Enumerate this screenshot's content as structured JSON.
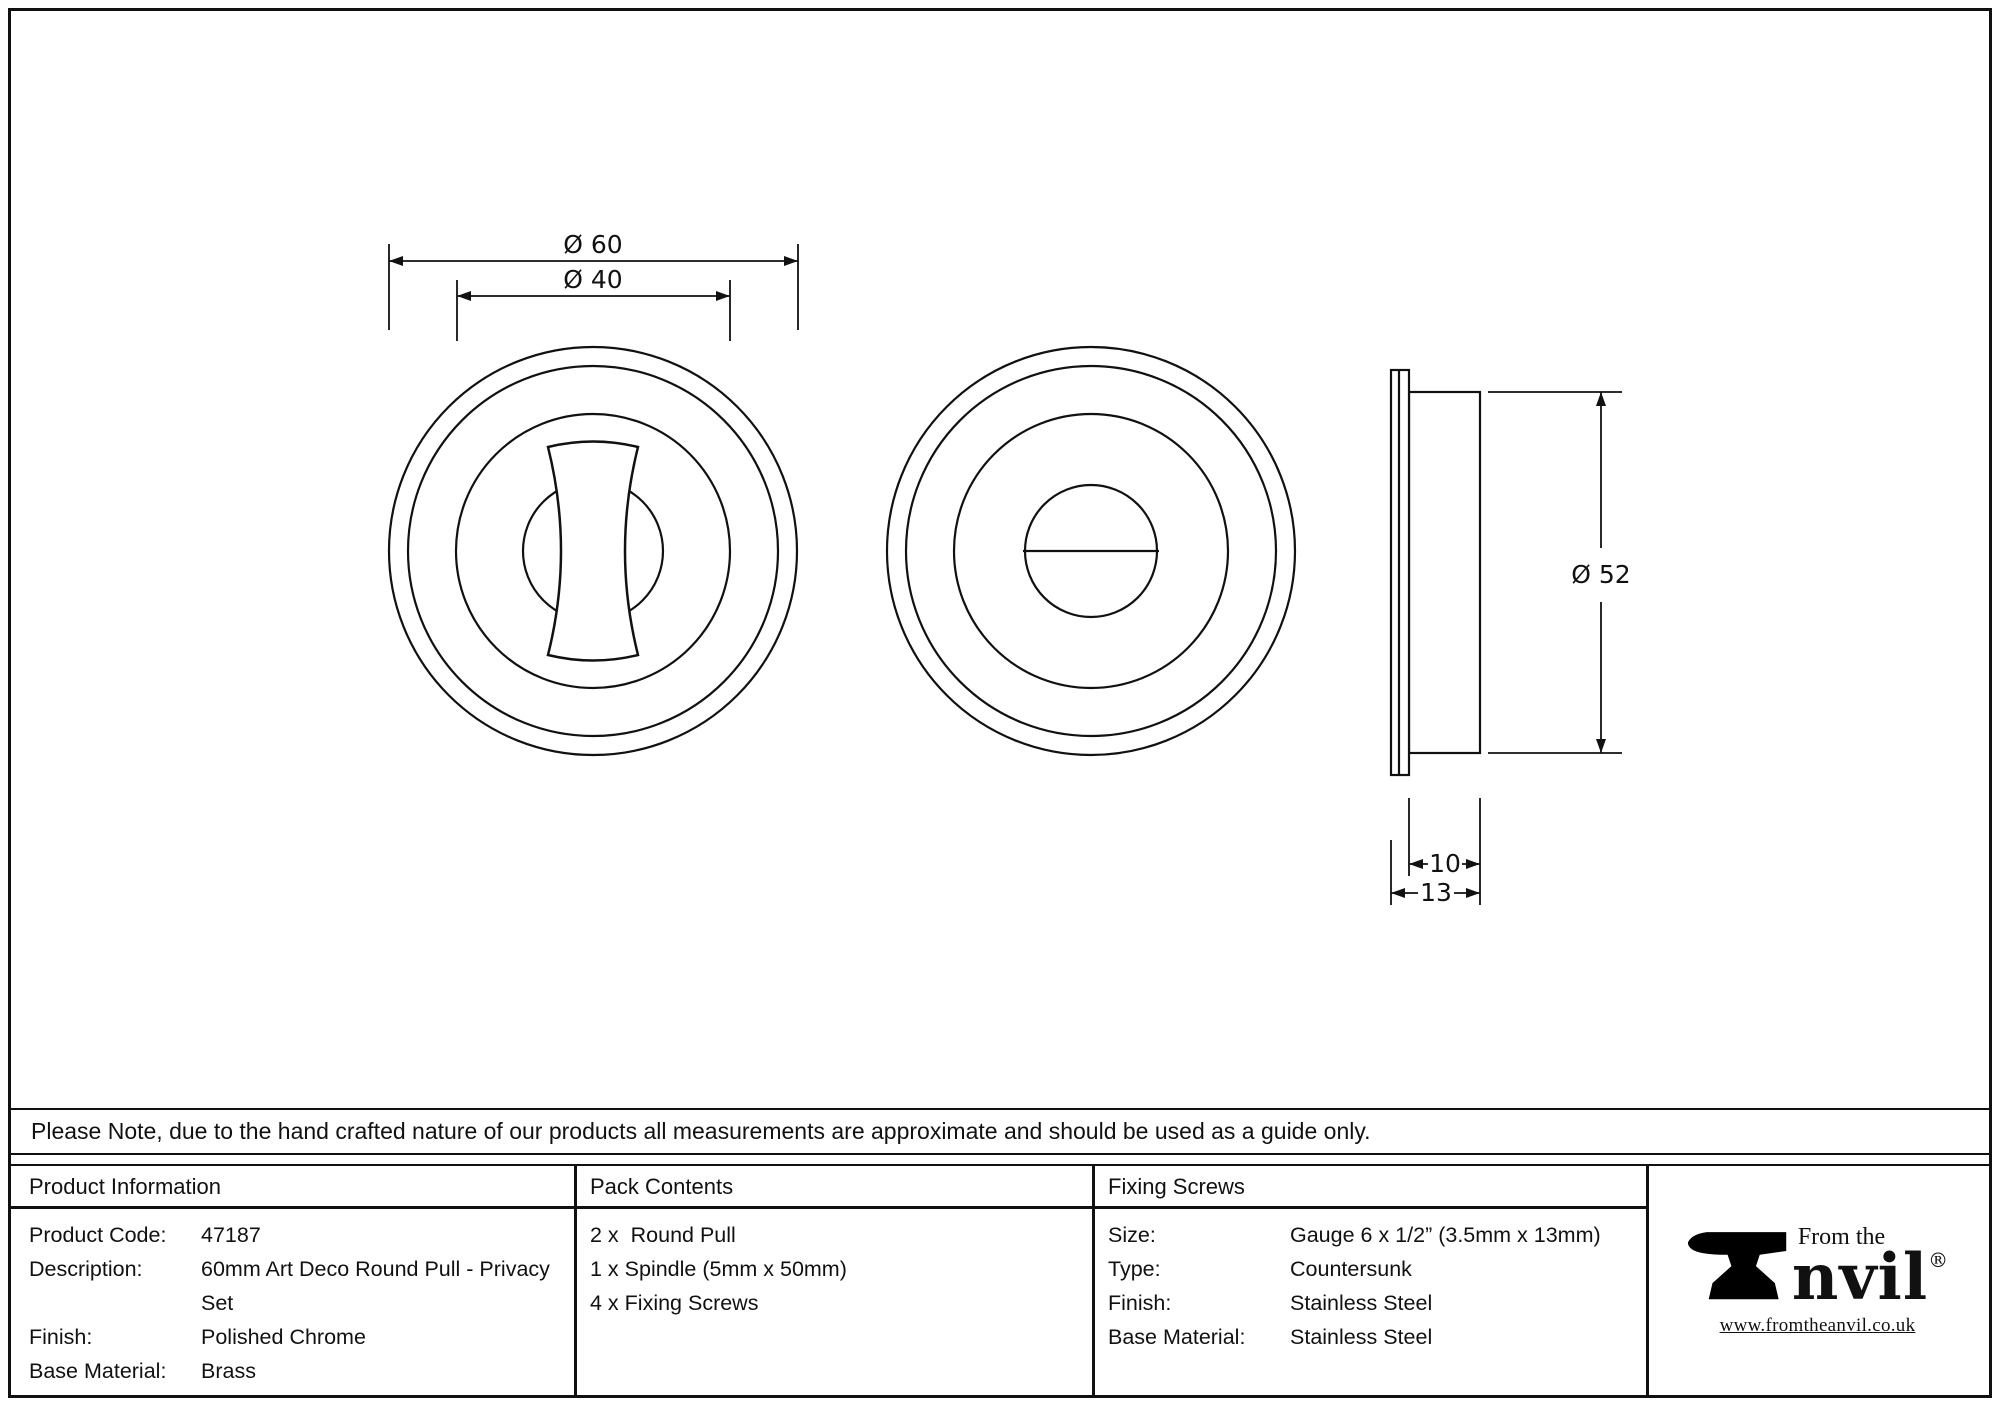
{
  "drawing": {
    "dim_outer": "Ø 60",
    "dim_inner": "Ø 40",
    "dim_side": "Ø 52",
    "dim_depth_body": "10",
    "dim_depth_total": "13"
  },
  "note": "Please Note, due to the hand crafted nature of our products all measurements are approximate and should be used as a guide only.",
  "table": {
    "product_information": {
      "header": "Product Information",
      "rows": [
        {
          "label": "Product Code:",
          "value": "47187"
        },
        {
          "label": "Description:",
          "value": "60mm Art Deco Round Pull - Privacy Set"
        },
        {
          "label": "Finish:",
          "value": "Polished Chrome"
        },
        {
          "label": "Base Material:",
          "value": "Brass"
        }
      ]
    },
    "pack_contents": {
      "header": "Pack Contents",
      "items": [
        "2 x  Round Pull",
        "1 x Spindle (5mm x 50mm)",
        "4 x Fixing Screws"
      ]
    },
    "fixing_screws": {
      "header": "Fixing Screws",
      "rows": [
        {
          "label": "Size:",
          "value": "Gauge 6 x 1/2” (3.5mm x 13mm)"
        },
        {
          "label": "Type:",
          "value": "Countersunk"
        },
        {
          "label": "Finish:",
          "value": "Stainless Steel"
        },
        {
          "label": "Base Material:",
          "value": "Stainless Steel"
        }
      ]
    }
  },
  "logo": {
    "tagline": "From the",
    "name_rest": "nvil",
    "registered": "®",
    "website": "www.fromtheanvil.co.uk"
  }
}
